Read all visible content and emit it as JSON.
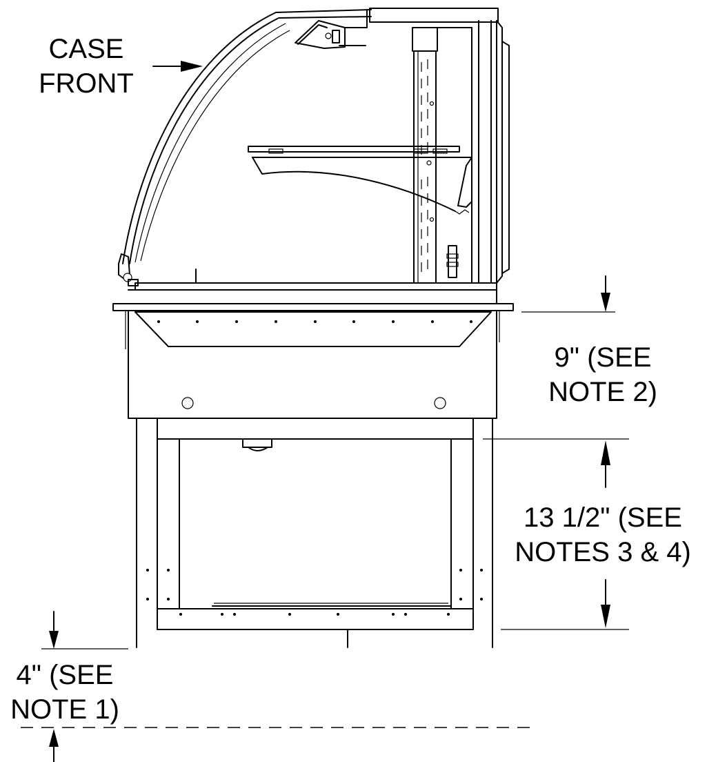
{
  "labels": {
    "case_front_line1": "CASE",
    "case_front_line2": "FRONT",
    "dim_9_line1": "9\" (SEE",
    "dim_9_line2": "NOTE 2)",
    "dim_13_line1": "13 1/2\" (SEE",
    "dim_13_line2": "NOTES 3 & 4)",
    "dim_4_line1": "4\" (SEE",
    "dim_4_line2": "NOTE 1)"
  },
  "colors": {
    "line": "#000000",
    "background": "#ffffff"
  }
}
